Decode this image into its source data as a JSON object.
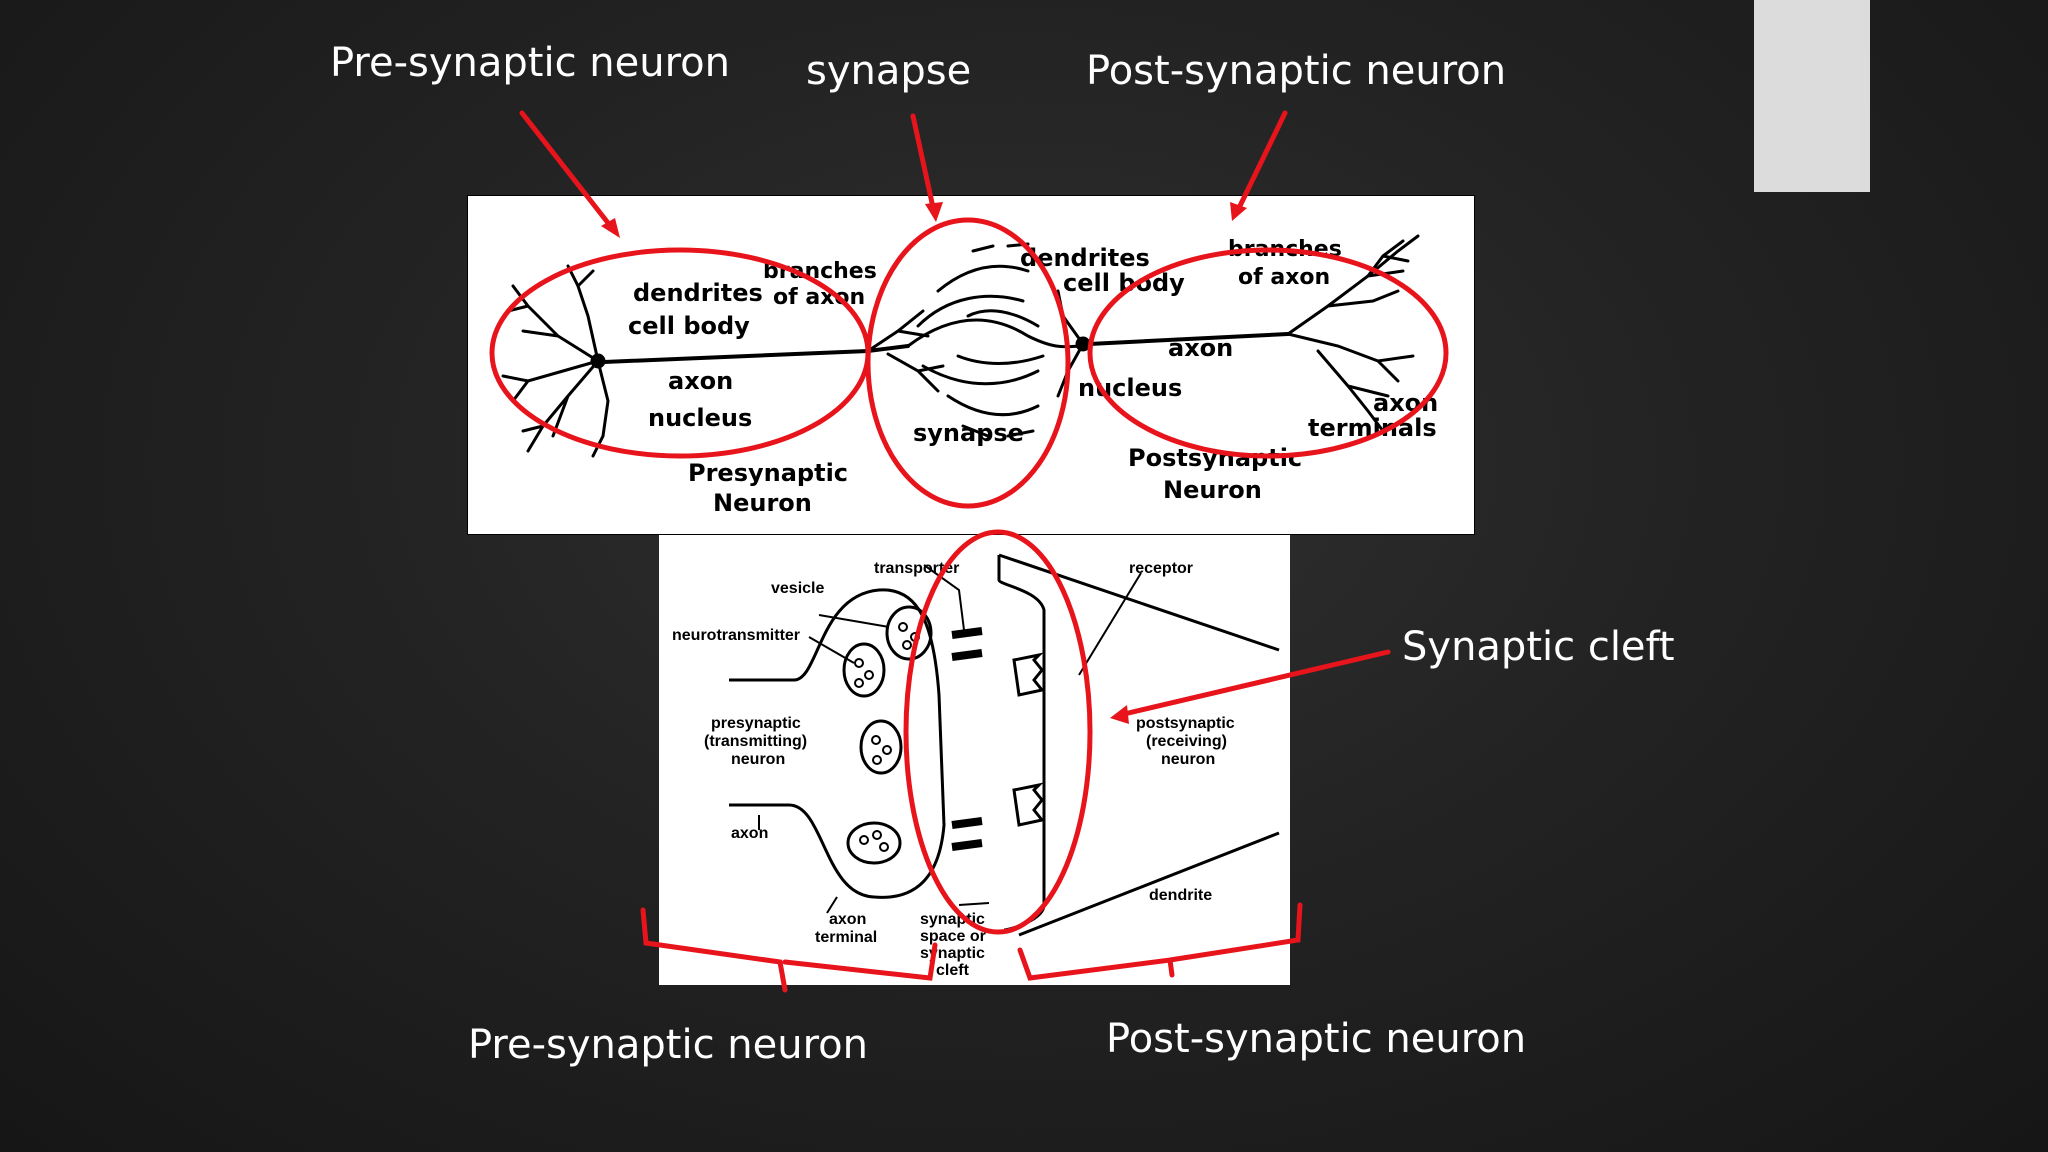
{
  "slide": {
    "labels": {
      "top_pre": "Pre-synaptic neuron",
      "top_synapse": "synapse",
      "top_post": "Post-synaptic neuron",
      "synaptic_cleft": "Synaptic cleft",
      "bottom_pre": "Pre-synaptic neuron",
      "bottom_post": "Post-synaptic neuron"
    },
    "colors": {
      "annotation": "#e8141c",
      "text": "#ffffff",
      "background": "#232323"
    }
  },
  "neuron_diagram": {
    "pre": {
      "dendrites": "dendrites",
      "cell_body": "cell body",
      "axon": "axon",
      "nucleus": "nucleus",
      "name_line1": "Presynaptic",
      "name_line2": "Neuron"
    },
    "branches_line1": "branches",
    "branches_line2": "of axon",
    "synapse": "synapse",
    "post": {
      "dendrites": "dendrites",
      "cell_body": "cell body",
      "branches_line1": "branches",
      "branches_line2": "of axon",
      "axon": "axon",
      "nucleus": "nucleus",
      "axon_terminals_line1": "axon",
      "axon_terminals_line2": "terminals",
      "name_line1": "Postsynaptic",
      "name_line2": "Neuron"
    }
  },
  "synapse_diagram": {
    "transporter": "transporter",
    "vesicle": "vesicle",
    "receptor": "receptor",
    "neurotransmitter": "neurotransmitter",
    "presynaptic_line1": "presynaptic",
    "presynaptic_line2": "(transmitting)",
    "presynaptic_line3": "neuron",
    "postsynaptic_line1": "postsynaptic",
    "postsynaptic_line2": "(receiving)",
    "postsynaptic_line3": "neuron",
    "axon": "axon",
    "axon_terminal_line1": "axon",
    "axon_terminal_line2": "terminal",
    "cleft_line1": "synaptic",
    "cleft_line2": "space or",
    "cleft_line3": "synaptic",
    "cleft_line4": "cleft",
    "dendrite": "dendrite"
  }
}
